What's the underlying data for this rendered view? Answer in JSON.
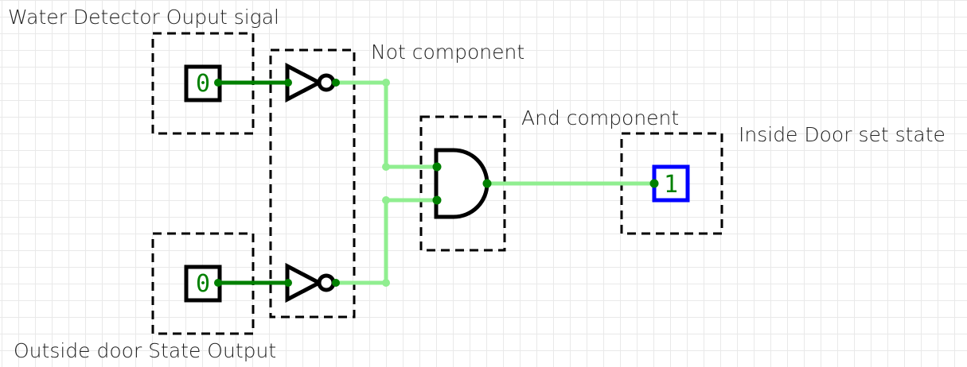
{
  "diagram": {
    "type": "logic-circuit",
    "colors": {
      "wire_low": "#008000",
      "wire_high": "#90ee90",
      "pin": "#008000",
      "gate_stroke": "#000000",
      "output_border": "#0000ff",
      "value_text": "#008000",
      "frame": "#000000"
    },
    "labels": {
      "water_detector": "Water Detector Ouput sigal",
      "not_component": "Not component",
      "and_component": "And component",
      "inside_door": "Inside Door set state",
      "outside_door": "Outside door State Output"
    },
    "inputs": [
      {
        "id": "water-detector",
        "value": "0"
      },
      {
        "id": "outside-door",
        "value": "0"
      }
    ],
    "gates": [
      {
        "id": "not-1",
        "kind": "NOT",
        "input": "water-detector",
        "output_state": 1
      },
      {
        "id": "not-2",
        "kind": "NOT",
        "input": "outside-door",
        "output_state": 1
      },
      {
        "id": "and-1",
        "kind": "AND",
        "inputs": [
          "not-1",
          "not-2"
        ],
        "output_state": 1
      }
    ],
    "outputs": [
      {
        "id": "inside-door",
        "value": "1"
      }
    ]
  }
}
